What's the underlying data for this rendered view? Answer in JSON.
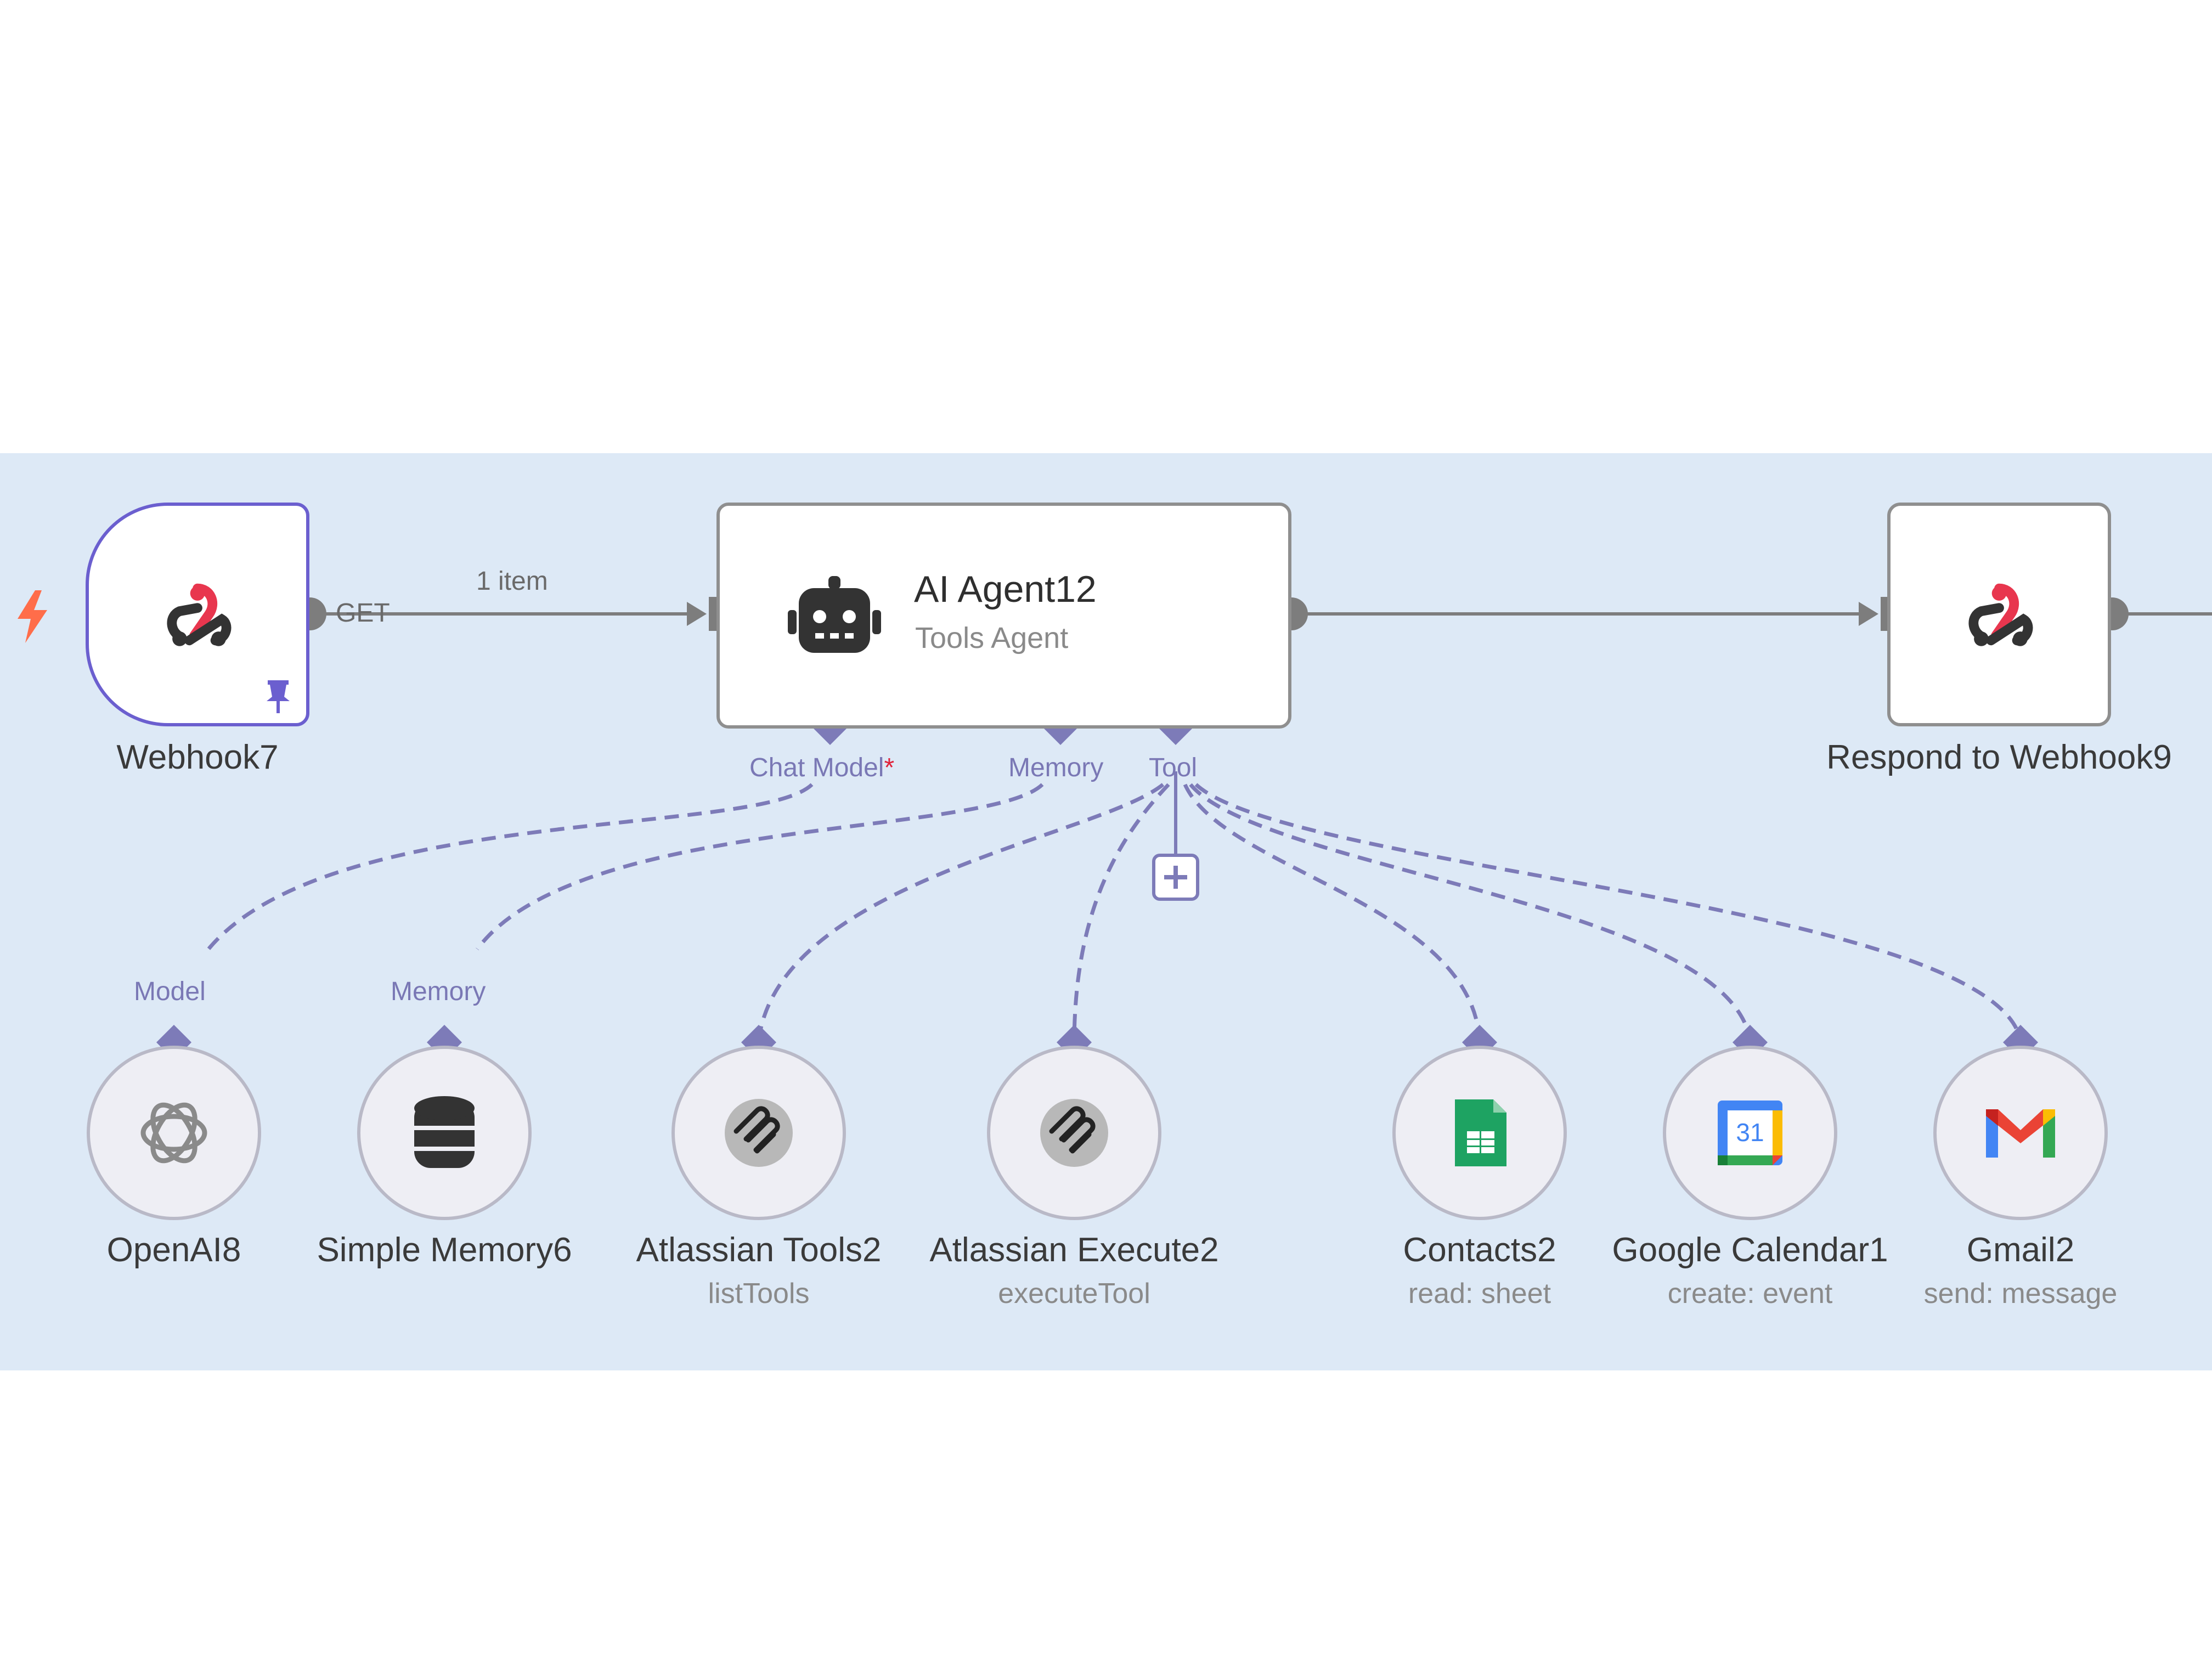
{
  "edges": {
    "get_label": "GET",
    "items_label": "1 item"
  },
  "agent": {
    "title": "AI Agent12",
    "subtitle": "Tools Agent",
    "ports": {
      "chat_model": "Chat Model",
      "required_mark": "*",
      "memory": "Memory",
      "tool": "Tool"
    }
  },
  "nodes": {
    "webhook": {
      "title": "Webhook7"
    },
    "respond": {
      "title": "Respond to Webhook9"
    },
    "openai": {
      "title": "OpenAI8",
      "port": "Model"
    },
    "memory": {
      "title": "Simple Memory6",
      "port": "Memory"
    },
    "atlassian_tools": {
      "title": "Atlassian Tools2",
      "sub": "listTools"
    },
    "atlassian_execute": {
      "title": "Atlassian Execute2",
      "sub": "executeTool"
    },
    "contacts": {
      "title": "Contacts2",
      "sub": "read: sheet"
    },
    "calendar": {
      "title": "Google Calendar1",
      "sub": "create: event",
      "icon_text": "31"
    },
    "gmail": {
      "title": "Gmail2",
      "sub": "send: message"
    }
  },
  "colors": {
    "canvas": "#dde9f6",
    "connector": "#7d7bb8",
    "selected": "#6b5fcf",
    "trigger": "#ff6d4a"
  }
}
